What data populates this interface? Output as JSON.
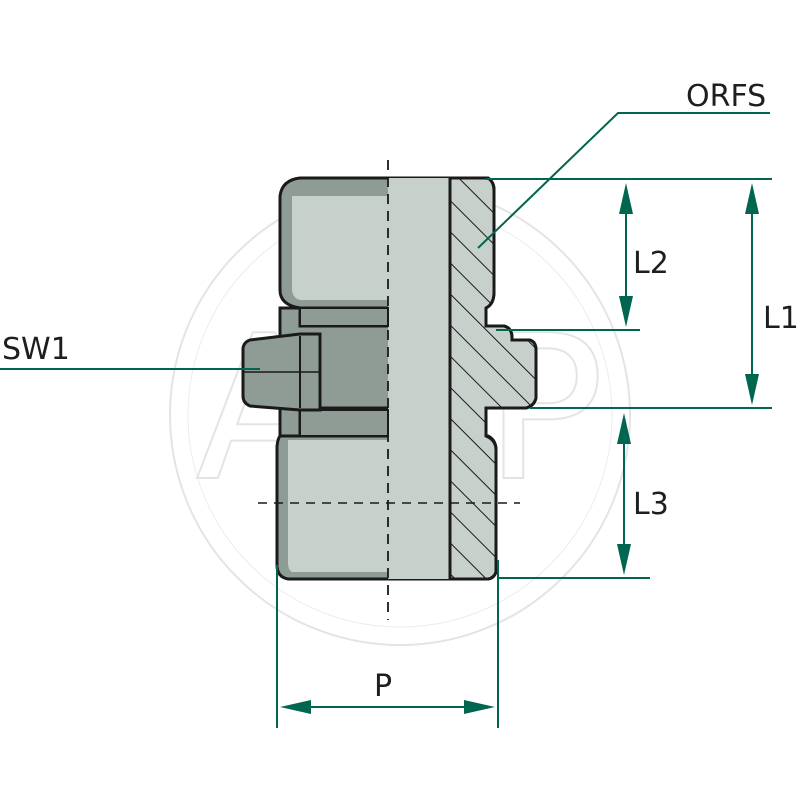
{
  "watermark": {
    "text": "AGP"
  },
  "labels": {
    "orfs": "ORFS",
    "sw1": "SW1",
    "l1": "L1",
    "l2": "L2",
    "l3": "L3",
    "p": "P"
  },
  "colors": {
    "body_fill": "#8f9c96",
    "section_fill": "#c8d0cc",
    "outline": "#1a1a1a",
    "dimension": "#00664f",
    "leader": "#00664f",
    "text": "#1e1e1e",
    "watermark": "#e4e4e4"
  }
}
